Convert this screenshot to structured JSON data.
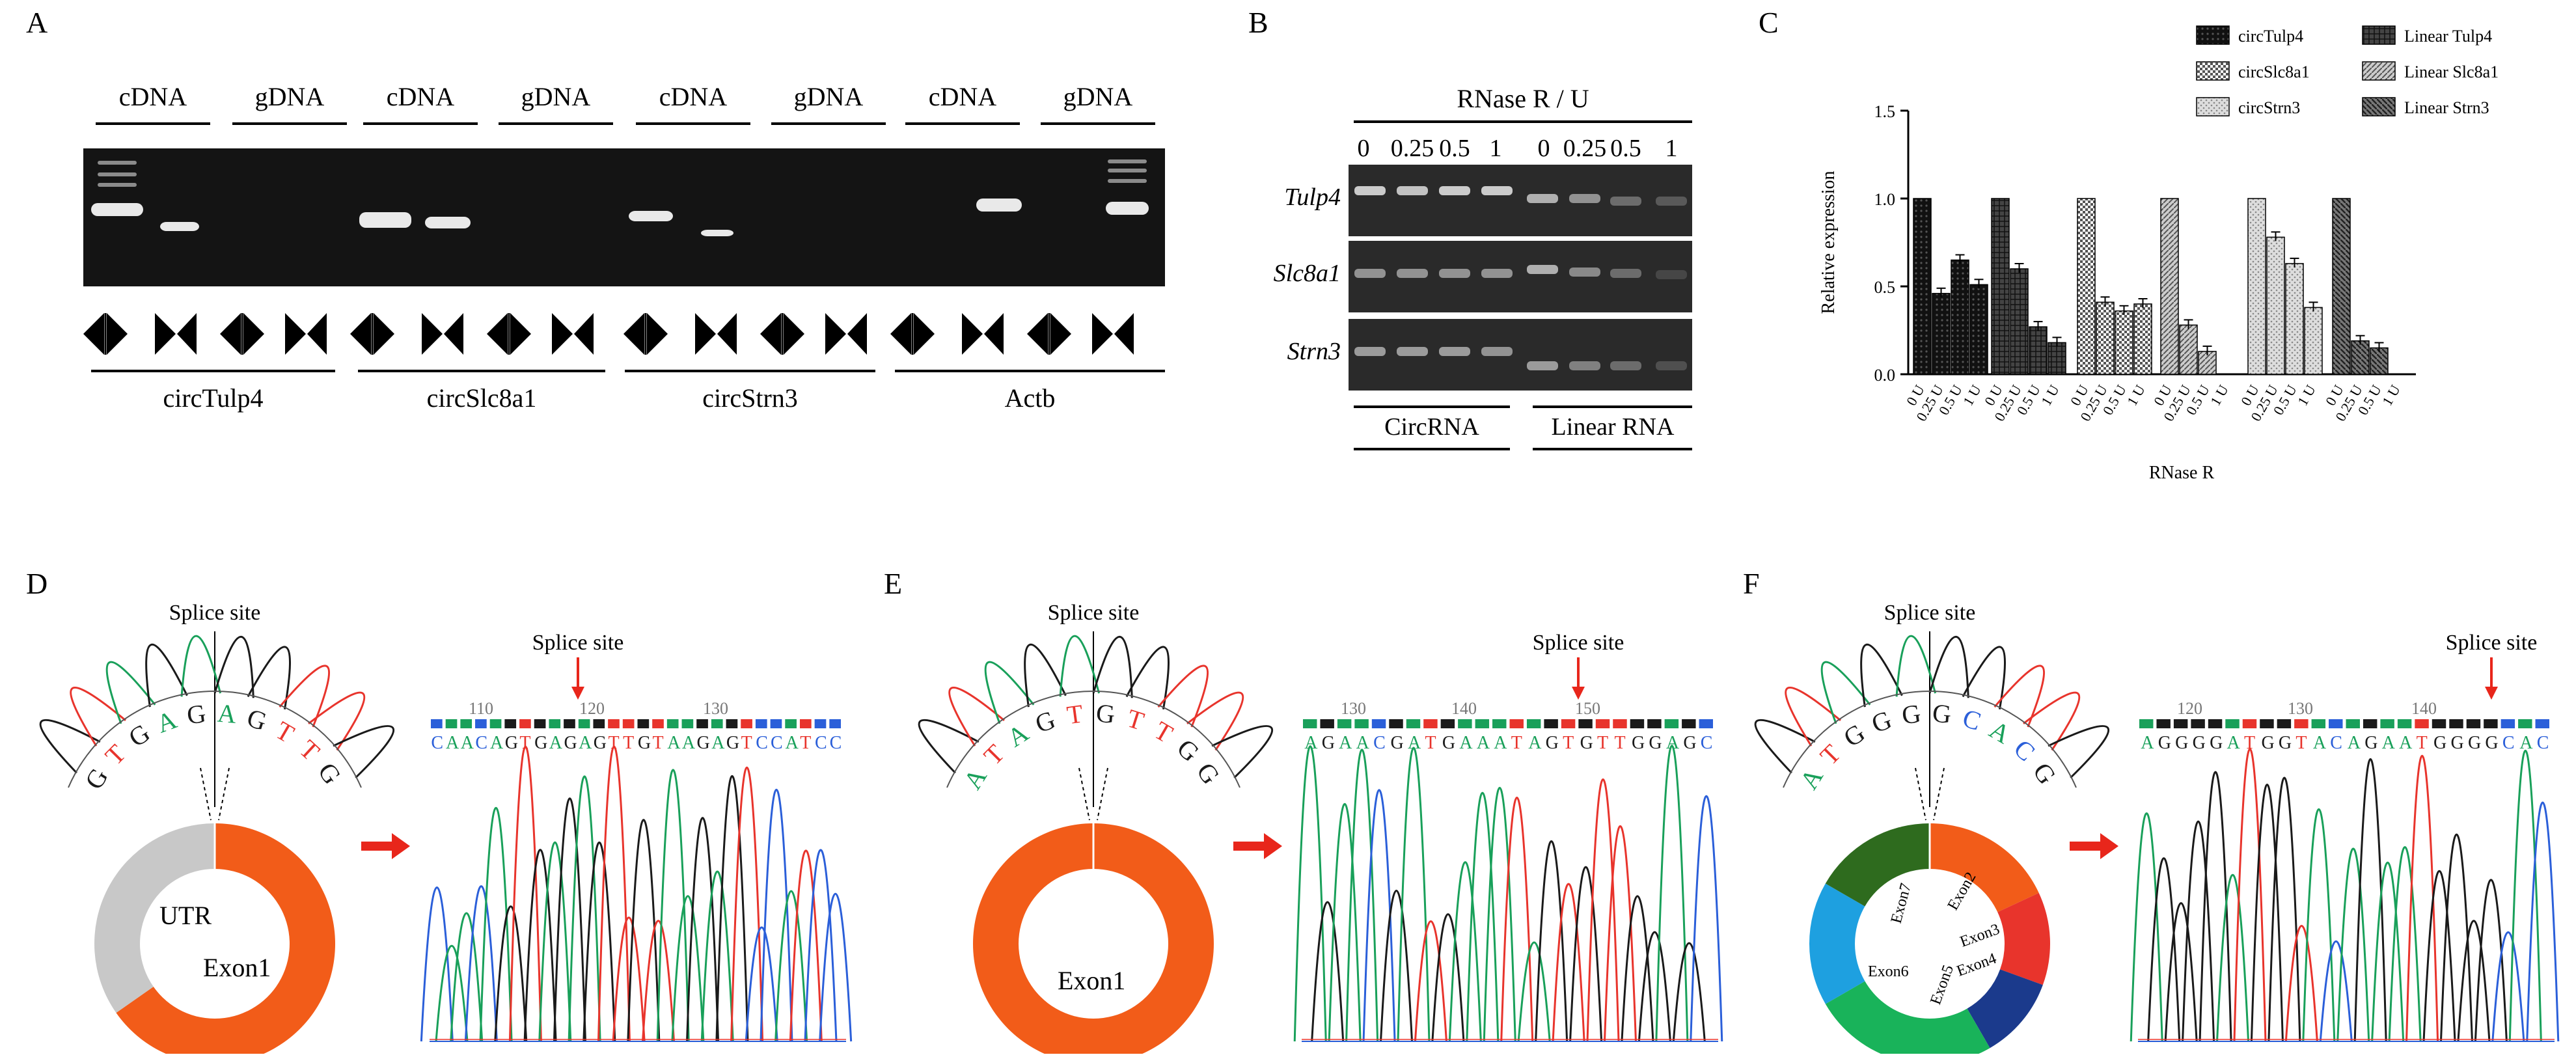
{
  "panels": {
    "A": {
      "letter": "A",
      "lane_headers": [
        "cDNA",
        "gDNA",
        "cDNA",
        "gDNA",
        "cDNA",
        "gDNA",
        "cDNA",
        "gDNA"
      ],
      "groups": [
        "circTulp4",
        "circSlc8a1",
        "circStrn3",
        "Actb"
      ]
    },
    "B": {
      "letter": "B",
      "title": "RNase R / U",
      "lane_values_left": [
        "0",
        "0.25",
        "0.5",
        "1"
      ],
      "lane_values_right": [
        "0",
        "0.25",
        "0.5",
        "1"
      ],
      "rows": [
        "Tulp4",
        "Slc8a1",
        "Strn3"
      ],
      "bottom_labels": [
        "CircRNA",
        "Linear RNA"
      ]
    },
    "C": {
      "letter": "C"
    },
    "D": {
      "letter": "D",
      "splice_label": "Splice site",
      "splice_label_2": "Splice site",
      "seq_ring": [
        "G",
        "T",
        "G",
        "A",
        "G",
        "A",
        "G",
        "T",
        "T",
        "G"
      ],
      "ring_labels": [
        "UTR",
        "Exon1"
      ],
      "ticks": [
        "110",
        "120",
        "130"
      ],
      "read": "CAACAGTGAGAGTTGTAAGAGTCCATCC"
    },
    "E": {
      "letter": "E",
      "splice_label": "Splice site",
      "splice_label_2": "Splice site",
      "seq_ring": [
        "A",
        "T",
        "A",
        "G",
        "T",
        "G",
        "T",
        "T",
        "G",
        "G"
      ],
      "ring_labels": [
        "Exon1"
      ],
      "ticks": [
        "130",
        "140",
        "150"
      ],
      "read": "AGAACGATGAAATAGTGTTGGAGC"
    },
    "F": {
      "letter": "F",
      "splice_label": "Splice site",
      "splice_label_2": "Splice site",
      "seq_ring": [
        "A",
        "T",
        "G",
        "G",
        "G",
        "G",
        "C",
        "A",
        "C",
        "G"
      ],
      "ring_labels": [
        "Exon2",
        "Exon3",
        "Exon4",
        "Exon5",
        "Exon6",
        "Exon7"
      ],
      "ticks": [
        "120",
        "130",
        "140"
      ],
      "read": "AGGGGATGGTACAGAATGGGGCAC"
    }
  },
  "chart_data": {
    "type": "bar",
    "ylabel": "Relative expression",
    "xlabel": "RNase R",
    "ylim": [
      0,
      1.5
    ],
    "yticks": [
      "0.0",
      "0.5",
      "1.0",
      "1.5"
    ],
    "categories": [
      "0 U",
      "0.25 U",
      "0.5 U",
      "1 U"
    ],
    "legend_position": "top",
    "series": [
      {
        "name": "circTulp4",
        "values": [
          1.0,
          0.46,
          0.65,
          0.51
        ]
      },
      {
        "name": "Linear Tulp4",
        "values": [
          1.0,
          0.6,
          0.27,
          0.18
        ]
      },
      {
        "name": "circSlc8a1",
        "values": [
          1.0,
          0.41,
          0.36,
          0.4
        ]
      },
      {
        "name": "Linear Slc8a1",
        "values": [
          1.0,
          0.28,
          0.13,
          0.0
        ]
      },
      {
        "name": "circStrn3",
        "values": [
          1.0,
          0.78,
          0.63,
          0.38
        ]
      },
      {
        "name": "Linear Strn3",
        "values": [
          1.0,
          0.19,
          0.15,
          0.0
        ]
      }
    ]
  }
}
